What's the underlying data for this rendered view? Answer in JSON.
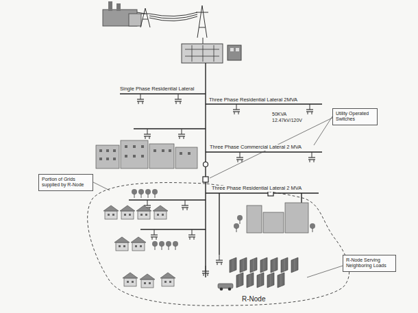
{
  "diagram": {
    "nodes": [
      {
        "text": [
          "Utility Operated Switches"
        ]
      },
      {
        "text": [
          "Portion of Grids supplied by R-Node"
        ]
      },
      {
        "text": [
          "R-Node Serving Neighboring Loads"
        ]
      }
    ],
    "labels": [
      "Single Phase Residential Lateral",
      "Three Phase Residential Lateral 2MVA",
      "50KVA",
      "12.47kV/120V",
      "Three Phase Commercial Lateral 2 MVA",
      "Three Phase Residential Lateral 2 MVA",
      "R-Node"
    ]
  }
}
